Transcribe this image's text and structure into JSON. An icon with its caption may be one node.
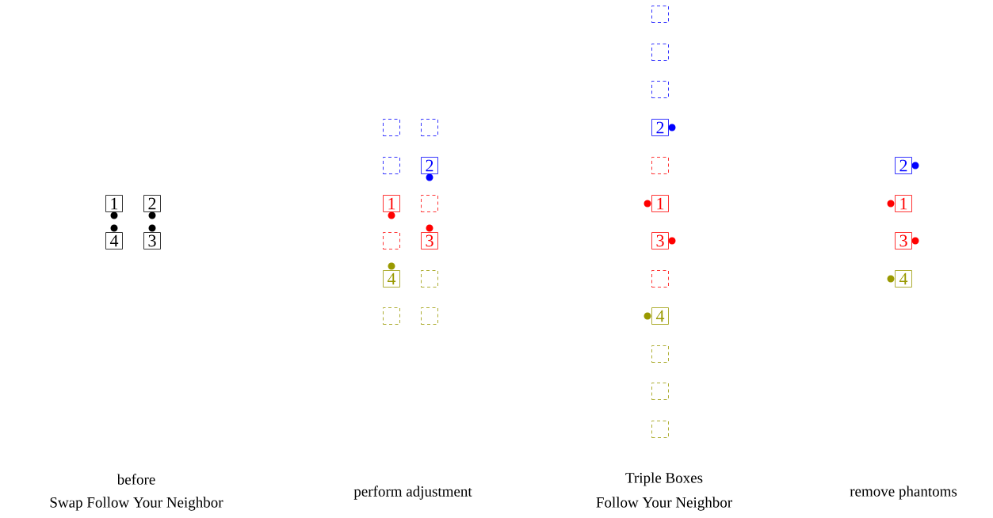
{
  "diagram": {
    "nodes": [
      {
        "text": [
          "1"
        ]
      },
      {
        "text": [
          "2"
        ]
      },
      {
        "text": [
          "4"
        ]
      },
      {
        "text": [
          "3"
        ]
      },
      {
        "text": [],
        "shape": "box"
      },
      {
        "text": [],
        "shape": "box"
      },
      {
        "text": [],
        "shape": "box"
      },
      {
        "text": [
          "2"
        ]
      },
      {
        "text": [
          "1"
        ]
      },
      {
        "text": [],
        "shape": "box"
      },
      {
        "text": [],
        "shape": "box"
      },
      {
        "text": [
          "3"
        ]
      },
      {
        "text": [
          "4"
        ]
      },
      {
        "text": [],
        "shape": "box"
      },
      {
        "text": [],
        "shape": "box"
      },
      {
        "text": [],
        "shape": "box"
      },
      {
        "text": [],
        "shape": "box"
      },
      {
        "text": [],
        "shape": "box"
      },
      {
        "text": [],
        "shape": "box"
      },
      {
        "text": [
          "2"
        ]
      },
      {
        "text": [],
        "shape": "box"
      },
      {
        "text": [
          "1"
        ]
      },
      {
        "text": [
          "3"
        ]
      },
      {
        "text": [],
        "shape": "box"
      },
      {
        "text": [
          "4"
        ]
      },
      {
        "text": [],
        "shape": "box"
      },
      {
        "text": [],
        "shape": "box"
      },
      {
        "text": [],
        "shape": "box"
      },
      {
        "text": [
          "2"
        ]
      },
      {
        "text": [
          "1"
        ]
      },
      {
        "text": [
          "3"
        ]
      },
      {
        "text": [
          "4"
        ]
      }
    ],
    "labels": [
      "before",
      "Swap Follow Your Neighbor",
      "perform adjustment",
      "Triple Boxes",
      "Follow Your Neighbor",
      "remove phantoms"
    ]
  }
}
